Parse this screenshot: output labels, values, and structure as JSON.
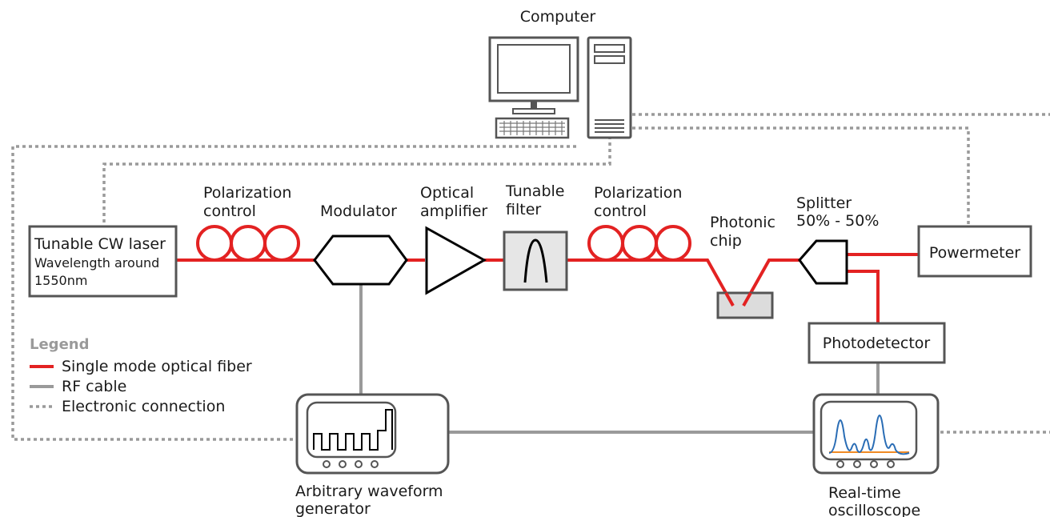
{
  "labels": {
    "computer": "Computer",
    "laser_title": "Tunable CW laser",
    "laser_line2": "Wavelength around",
    "laser_line3": "1550nm",
    "pol_control_1": [
      "Polarization",
      "control"
    ],
    "modulator": "Modulator",
    "amplifier": [
      "Optical",
      "amplifier"
    ],
    "filter": [
      "Tunable",
      "filter"
    ],
    "pol_control_2": [
      "Polarization",
      "control"
    ],
    "chip": [
      "Photonic",
      "chip"
    ],
    "splitter": [
      "Splitter",
      "50% - 50%"
    ],
    "powermeter": "Powermeter",
    "photodetector": "Photodetector",
    "awg": [
      "Arbitrary waveform",
      "generator"
    ],
    "scope": [
      "Real-time",
      "oscilloscope"
    ]
  },
  "legend": {
    "title": "Legend",
    "items": [
      {
        "label": "Single mode optical fiber",
        "style": "fiber"
      },
      {
        "label": "RF cable",
        "style": "rf"
      },
      {
        "label": "Electronic connection",
        "style": "electronic"
      }
    ]
  },
  "colors": {
    "fiber": "#e32222",
    "rf_cable": "#9a9a9a",
    "electronic": "#9a9a9a",
    "scope_trace": "#2a6db5",
    "scope_baseline": "#f08a24"
  }
}
